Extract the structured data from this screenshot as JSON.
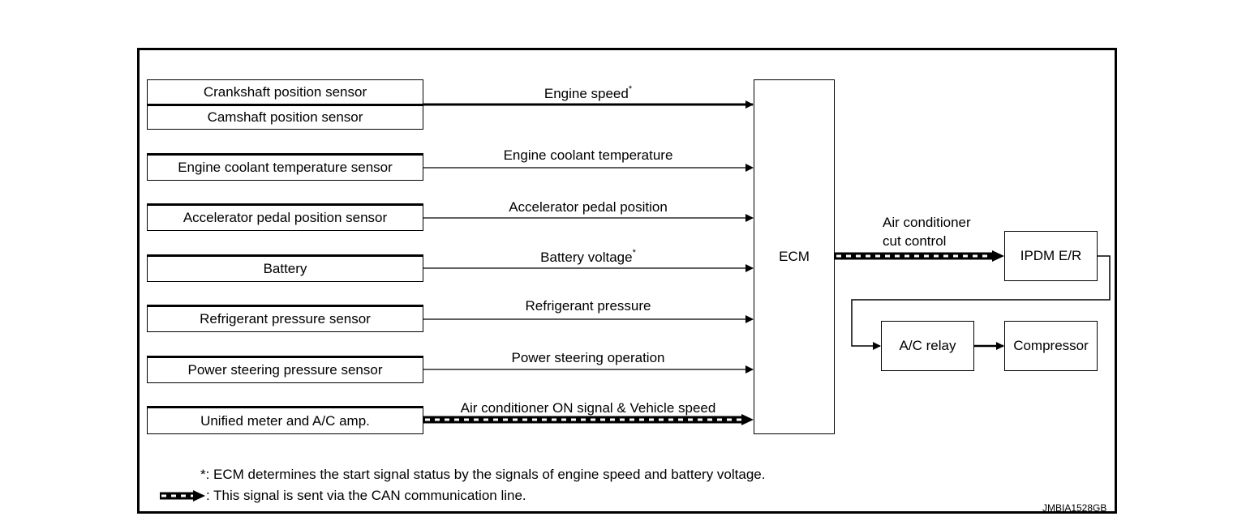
{
  "inputs": {
    "crankshaft": "Crankshaft position sensor",
    "camshaft": "Camshaft position sensor",
    "coolant": "Engine coolant temperature sensor",
    "accel": "Accelerator pedal position sensor",
    "battery": "Battery",
    "refrigerant": "Refrigerant pressure sensor",
    "power_steering": "Power steering pressure sensor",
    "meter": "Unified meter and A/C amp."
  },
  "signals": {
    "engine_speed": "Engine speed",
    "coolant_temp": "Engine coolant temperature",
    "accel_pos": "Accelerator pedal position",
    "battery_voltage": "Battery voltage",
    "refrigerant_pressure": "Refrigerant pressure",
    "power_steering_op": "Power steering operation",
    "ac_on_speed": "Air conditioner ON signal & Vehicle speed",
    "cut_control_1": "Air conditioner",
    "cut_control_2": "cut control"
  },
  "asterisk": "*",
  "units": {
    "ecm": "ECM",
    "ipdm": "IPDM E/R",
    "ac_relay": "A/C relay",
    "compressor": "Compressor"
  },
  "notes": {
    "star_note": "*: ECM determines the start signal status by the signals of engine speed and battery voltage.",
    "can_note": ": This signal is sent via the CAN communication line."
  },
  "figure_code": "JMBIA1528GB"
}
